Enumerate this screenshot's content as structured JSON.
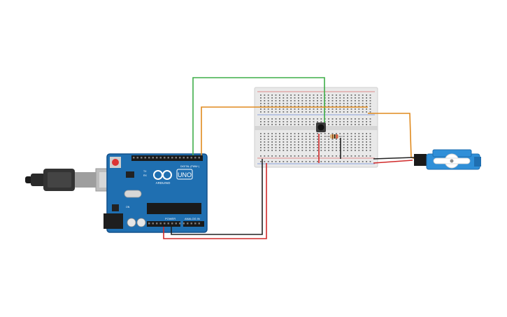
{
  "board": {
    "brand": "ARDUINO",
    "model": "UNO",
    "digital_label": "DIGITAL (PWM~)",
    "power_label": "POWER",
    "analog_label": "ANALOG IN",
    "tx_label": "TX",
    "rx_label": "RX",
    "on_label": "ON"
  },
  "breadboard": {
    "columns": 30
  },
  "colors": {
    "board": "#1f6fb1",
    "board_dark": "#14508a",
    "breadboard": "#e9e9e9",
    "wire_green": "#3fae49",
    "wire_orange": "#e08a1e",
    "wire_red": "#d12a2a",
    "wire_black": "#222222",
    "servo": "#2f8fd8",
    "usb": "#2a2a2a"
  }
}
